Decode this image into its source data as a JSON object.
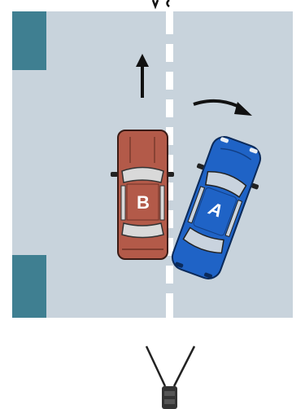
{
  "diagram": {
    "cars": [
      {
        "id": "car-b",
        "label": "B",
        "color": "#b35a49"
      },
      {
        "id": "car-a",
        "label": "A",
        "color": "#1f63c6"
      }
    ],
    "colors": {
      "road": "#c8d3dc",
      "curb_markers": "#3f7f91",
      "center_line": "#ffffff",
      "arrows": "#111111",
      "viewer": "#222222"
    },
    "icons": [
      "straight-arrow-icon",
      "turn-arrow-icon",
      "viewer-icon"
    ]
  }
}
